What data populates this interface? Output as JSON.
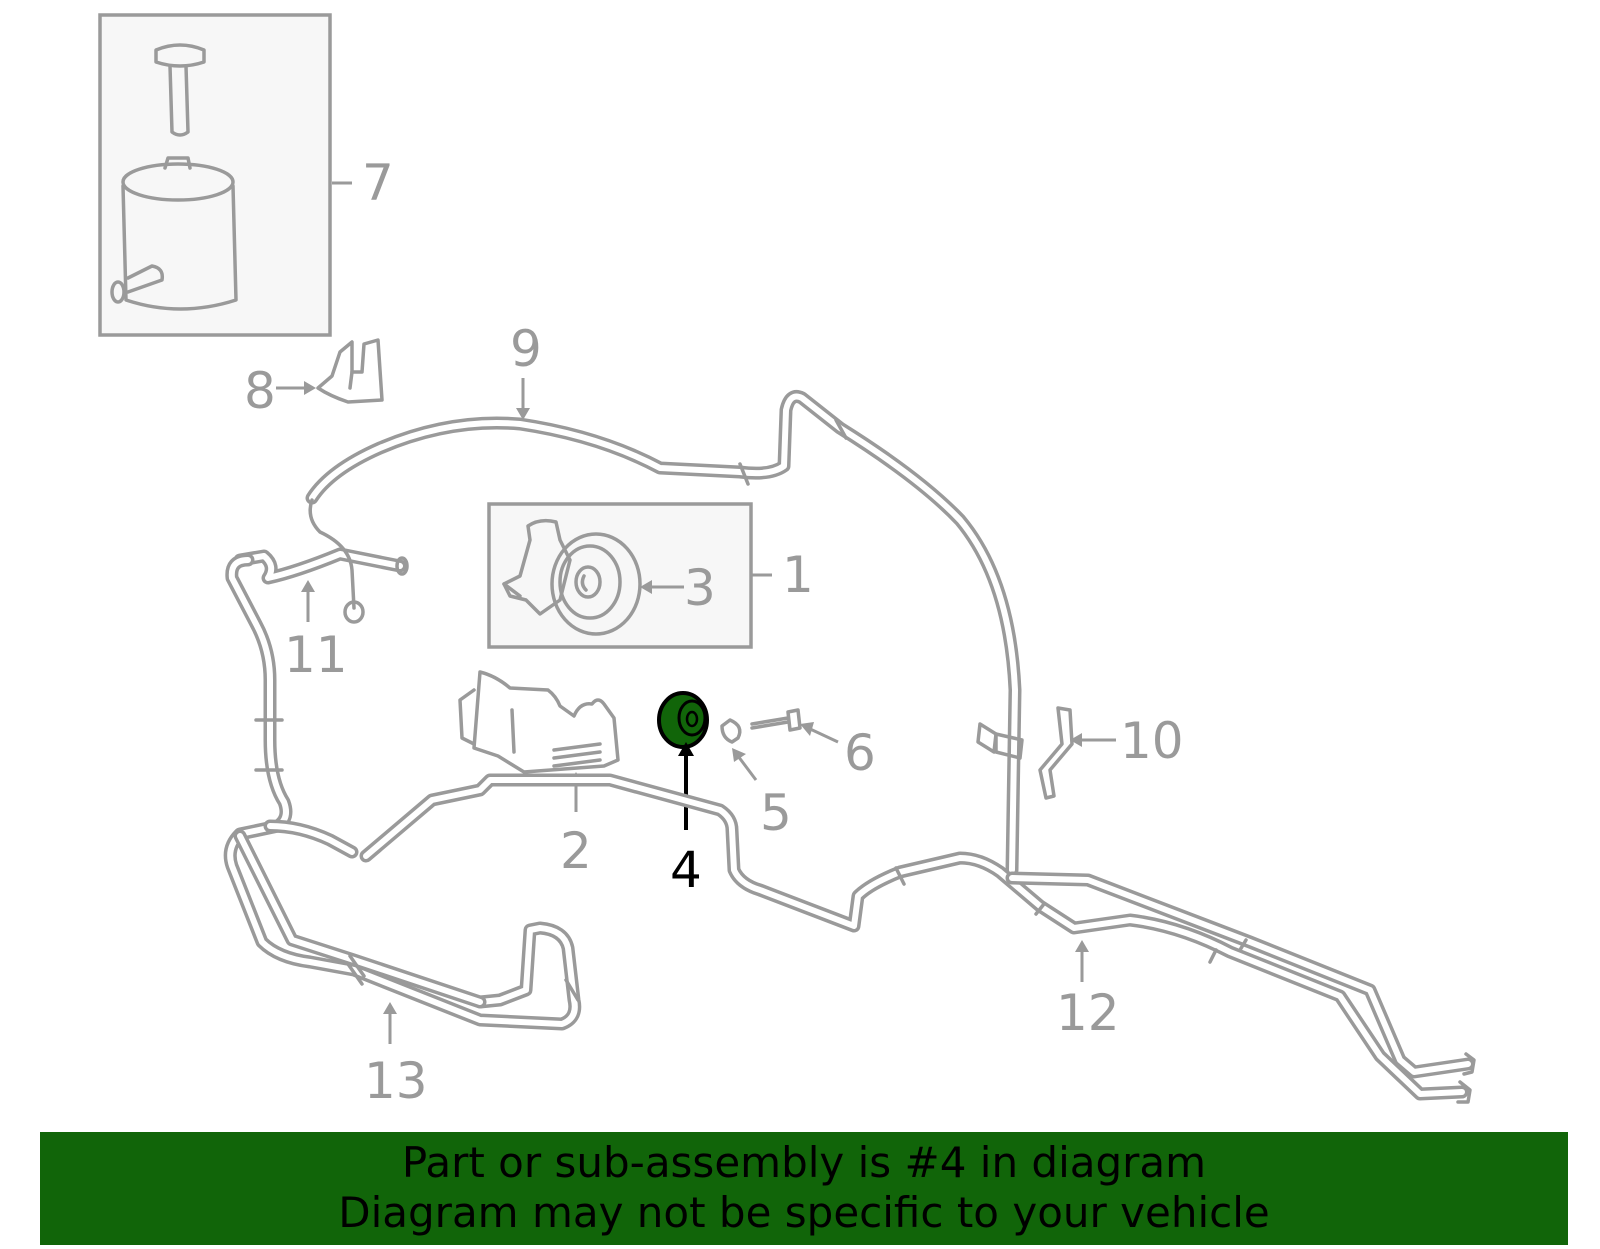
{
  "callouts": {
    "c1": "1",
    "c2": "2",
    "c3": "3",
    "c4": "4",
    "c5": "5",
    "c6": "6",
    "c7": "7",
    "c8": "8",
    "c9": "9",
    "c10": "10",
    "c11": "11",
    "c12": "12",
    "c13": "13"
  },
  "highlight": {
    "part_number": "4",
    "color": "#116509"
  },
  "colors": {
    "line_gray": "#9a9a9a",
    "box_fill": "#f7f7f7",
    "banner_bg": "#116509"
  },
  "banner": {
    "line1": "Part or sub-assembly is #4 in diagram",
    "line2": "Diagram may not be specific to your vehicle"
  }
}
